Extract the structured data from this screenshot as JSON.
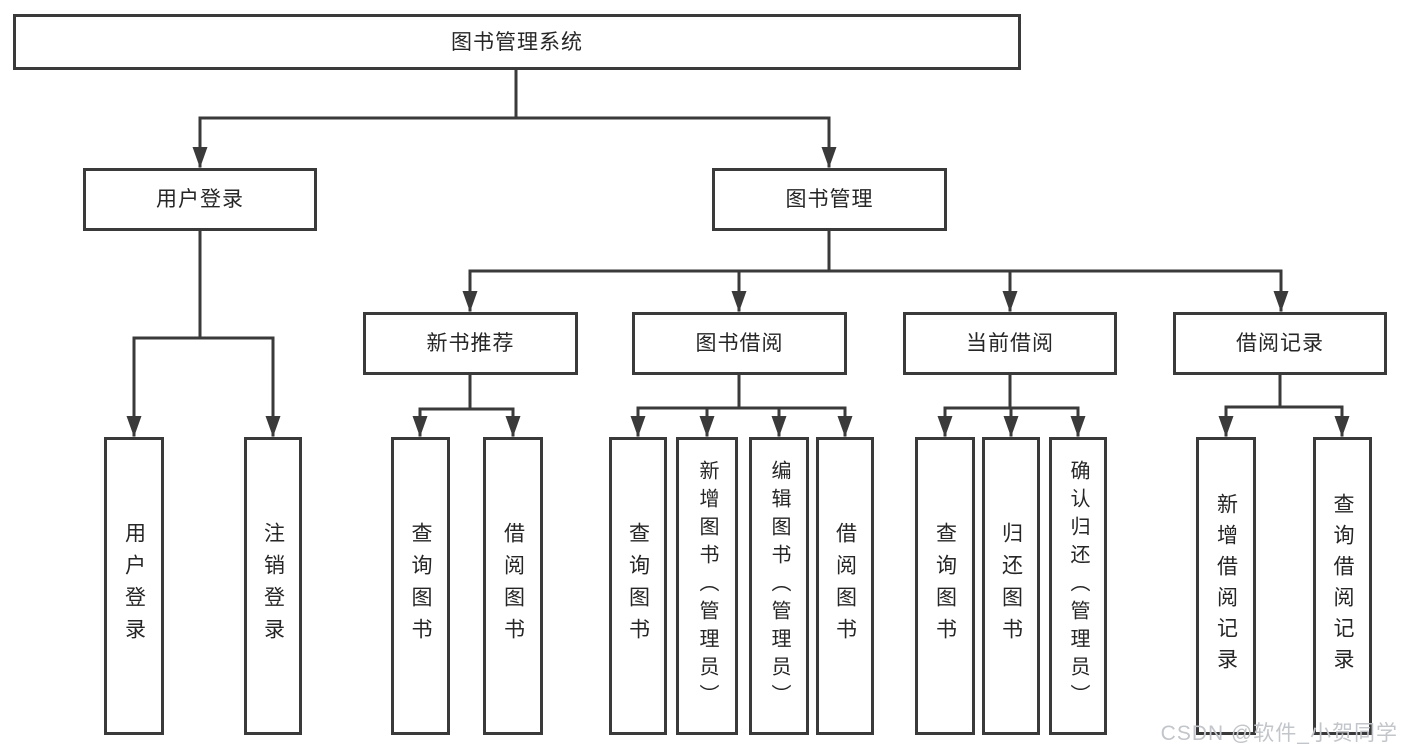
{
  "colors": {
    "background": "#ffffff",
    "line": "#3a3a3a",
    "box-border": "#3a3a3a",
    "text": "#262626",
    "watermark": "#c2c5c9"
  },
  "watermark": "CSDN @软件_小贺同学",
  "tree": {
    "label": "图书管理系统",
    "children": [
      {
        "label": "用户登录",
        "children": [
          {
            "label": "用户登录"
          },
          {
            "label": "注销登录"
          }
        ]
      },
      {
        "label": "图书管理",
        "children": [
          {
            "label": "新书推荐",
            "children": [
              {
                "label": "查询图书"
              },
              {
                "label": "借阅图书"
              }
            ]
          },
          {
            "label": "图书借阅",
            "children": [
              {
                "label": "查询图书"
              },
              {
                "label": "新增图书（管理员）"
              },
              {
                "label": "编辑图书（管理员）"
              },
              {
                "label": "借阅图书"
              }
            ]
          },
          {
            "label": "当前借阅",
            "children": [
              {
                "label": "查询图书"
              },
              {
                "label": "归还图书"
              },
              {
                "label": "确认归还（管理员）"
              }
            ]
          },
          {
            "label": "借阅记录",
            "children": [
              {
                "label": "新增借阅记录"
              },
              {
                "label": "查询借阅记录"
              }
            ]
          }
        ]
      }
    ]
  }
}
